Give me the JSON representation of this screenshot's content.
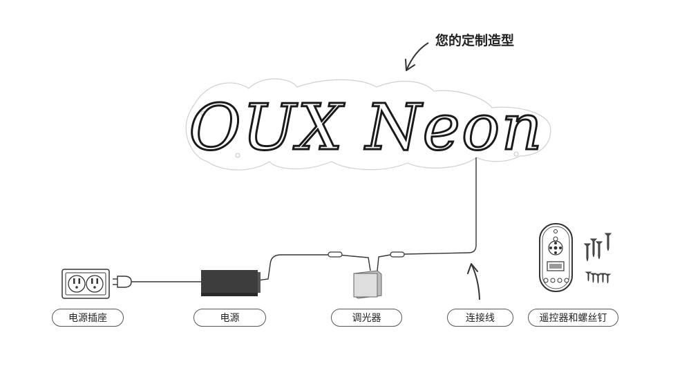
{
  "diagram": {
    "callout_label": "您的定制造型",
    "sign_text": "OUX Neon",
    "labels": {
      "outlet": "电源插座",
      "power_supply": "电源",
      "dimmer": "调光器",
      "cable": "连接线",
      "remote_screws": "遥控器和螺丝钉"
    }
  },
  "colors": {
    "line": "#333333",
    "neon_text": "#1a1a1a",
    "power_supply_fill": "#3d3d3d",
    "dimmer_fill": "#dedede"
  }
}
